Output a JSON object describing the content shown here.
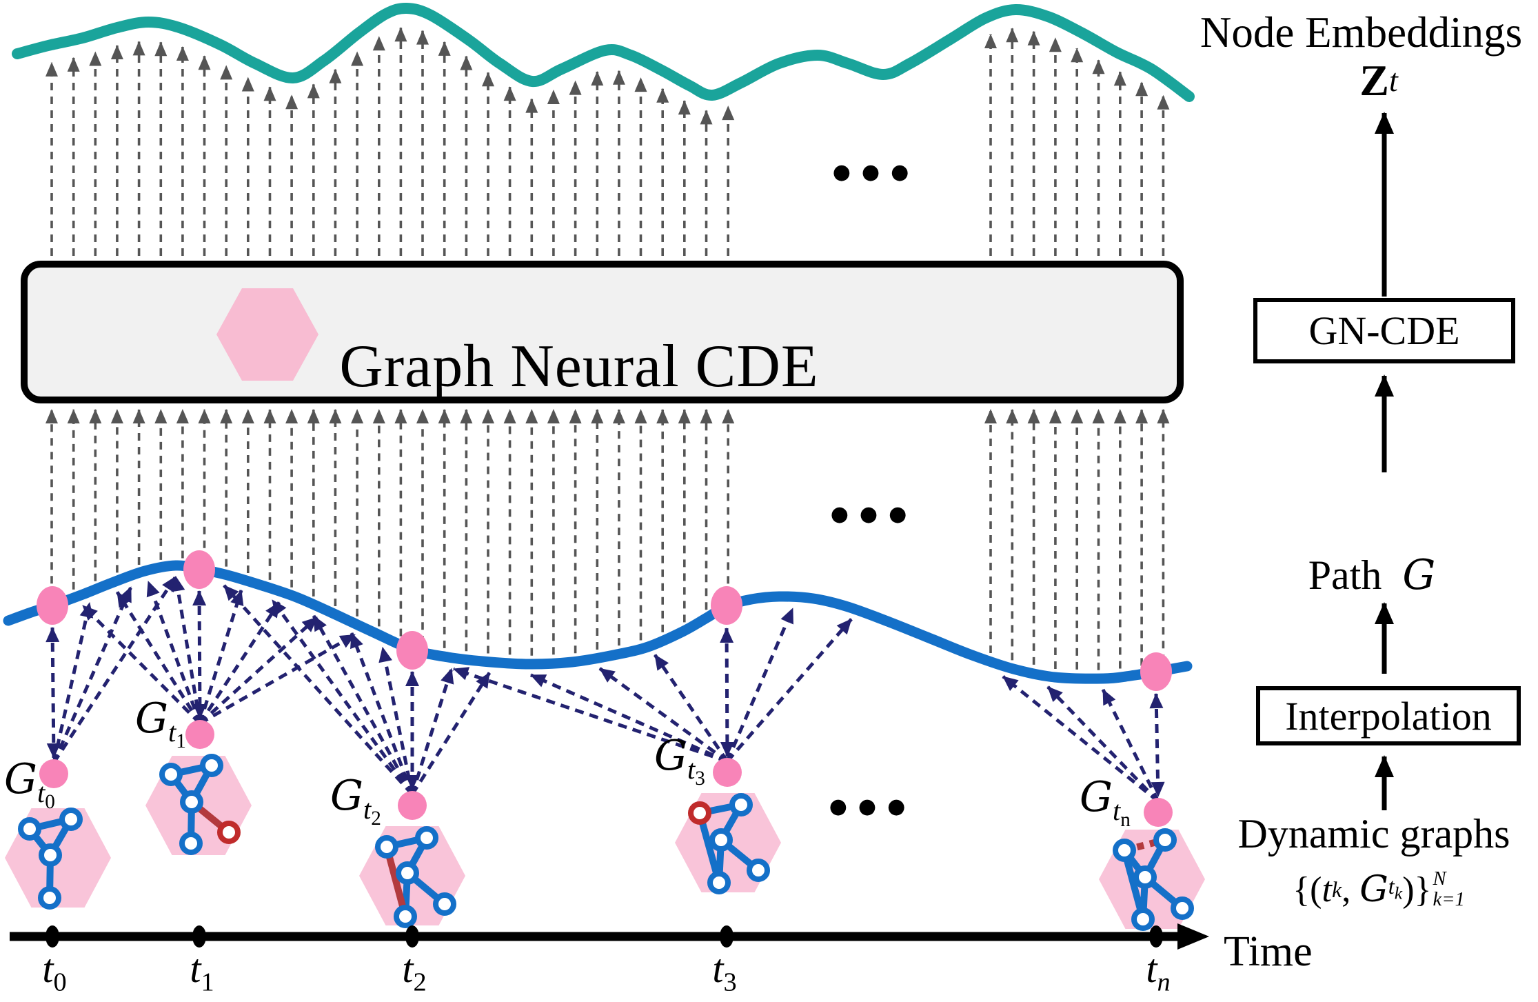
{
  "colors": {
    "teal_curve": "#1AA49B",
    "blue_curve": "#1470C8",
    "navy_arrow": "#232270",
    "gray_arrow": "#555555",
    "pink_dot": "#F884B8",
    "hex_fill": "#F9C4D9",
    "box_hex_fill": "#F8BCD2",
    "red_edge": "#B33A3E",
    "graph_blue": "#1470C8",
    "box_fill": "#F1F1F1",
    "black": "#000000"
  },
  "top_label": {
    "line1": "Node Embeddings",
    "var": "Z",
    "var_sub": "t"
  },
  "main_box": {
    "label": "Graph Neural CDE"
  },
  "flow": {
    "gncde": "GN-CDE",
    "path_word": "Path",
    "path_var": "G",
    "interpolation": "Interpolation",
    "dynamic_graphs": "Dynamic graphs",
    "formula": {
      "open": "{(",
      "t": "t",
      "k": "k",
      "comma": ", ",
      "g": "G",
      "close": ")}",
      "sup": "N",
      "sub": "k=1"
    },
    "time": "Time"
  },
  "timeline": {
    "ticks": [
      {
        "t": "t",
        "idx": "0"
      },
      {
        "t": "t",
        "idx": "1"
      },
      {
        "t": "t",
        "idx": "2"
      },
      {
        "t": "t",
        "idx": "3"
      },
      {
        "t": "t",
        "idx": "n"
      }
    ]
  },
  "snapshots": [
    {
      "g": "G",
      "t": "t",
      "idx": "0"
    },
    {
      "g": "G",
      "t": "t",
      "idx": "1"
    },
    {
      "g": "G",
      "t": "t",
      "idx": "2"
    },
    {
      "g": "G",
      "t": "t",
      "idx": "3"
    },
    {
      "g": "G",
      "t": "t",
      "idx": "n"
    }
  ],
  "ellipsis": "●●●"
}
